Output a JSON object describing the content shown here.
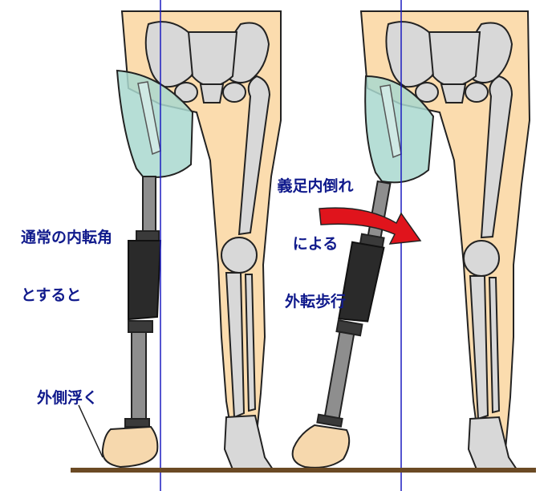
{
  "labels": {
    "normal_adduction": [
      "通常の内転角",
      "とすると"
    ],
    "outer_lift": "外側浮く",
    "inward_tilt": [
      "義足内倒れ",
      "による",
      "外転歩行"
    ]
  },
  "colors": {
    "skin": "#fbdcae",
    "bone": "#d8d8d8",
    "socket": "#a9d8cf",
    "pylon": "#8e8e8e",
    "cover": "#2a2a2a",
    "foot": "#f6d8ad",
    "ground": "#6b4a24",
    "guide_line": "#1b1bc0",
    "arrow": "#e0141c",
    "text": "#101a8c"
  }
}
